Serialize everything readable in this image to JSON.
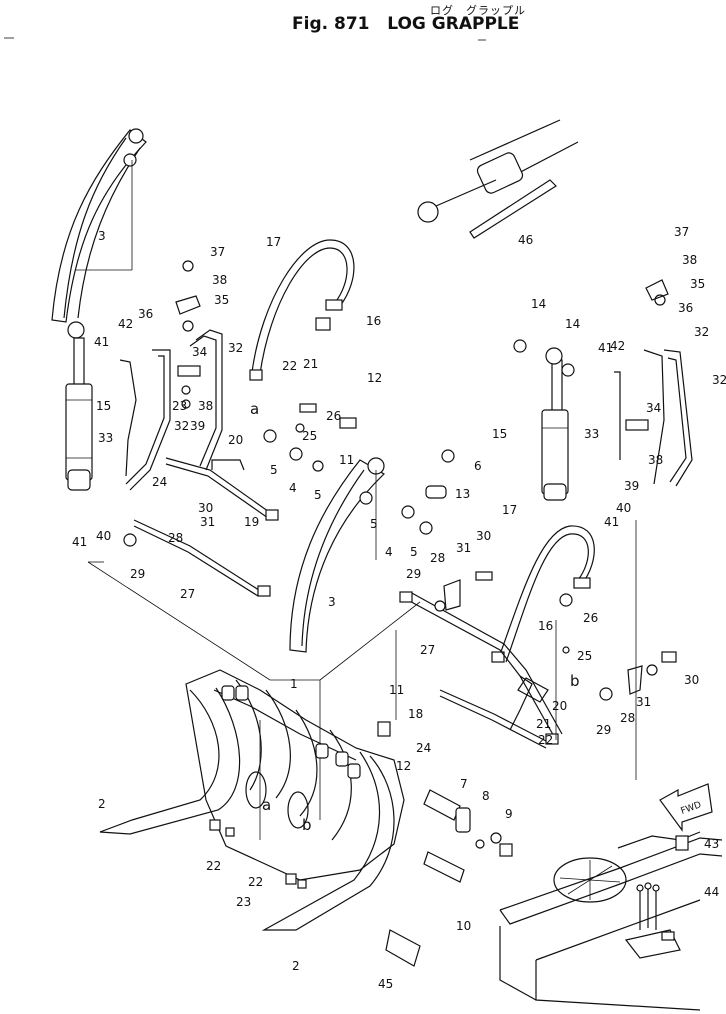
{
  "header": {
    "kana": "ログ　グラップル",
    "fig_label": "Fig. 871",
    "title": "LOG GRAPPLE"
  },
  "direction_badge": "FWD",
  "subassembly_marks": {
    "a_top": "a",
    "b_right": "b",
    "a_grapple": "a",
    "b_grapple": "b"
  },
  "callouts": [
    "1",
    "2",
    "2",
    "3",
    "3",
    "4",
    "4",
    "5",
    "5",
    "5",
    "5",
    "6",
    "7",
    "8",
    "9",
    "10",
    "11",
    "11",
    "12",
    "12",
    "13",
    "14",
    "14",
    "15",
    "15",
    "16",
    "16",
    "17",
    "17",
    "18",
    "19",
    "20",
    "20",
    "21",
    "21",
    "22",
    "22",
    "22",
    "22",
    "23",
    "23",
    "24",
    "24",
    "25",
    "25",
    "26",
    "26",
    "27",
    "27",
    "28",
    "28",
    "28",
    "29",
    "29",
    "29",
    "30",
    "30",
    "30",
    "31",
    "31",
    "31",
    "32",
    "32",
    "32",
    "32",
    "33",
    "33",
    "34",
    "34",
    "35",
    "35",
    "36",
    "36",
    "37",
    "37",
    "38",
    "38",
    "38",
    "38",
    "39",
    "39",
    "40",
    "40",
    "41",
    "41",
    "41",
    "41",
    "42",
    "42",
    "43",
    "44",
    "45",
    "46"
  ]
}
